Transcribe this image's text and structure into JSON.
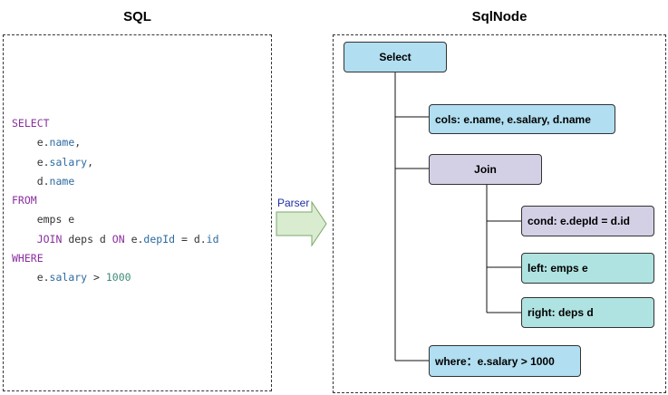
{
  "titles": {
    "sql": "SQL",
    "sqlnode": "SqlNode"
  },
  "code": {
    "line1_kw": "SELECT",
    "line2_prefix": "    e.",
    "line2_field": "name",
    "line2_suffix": ",",
    "line3_prefix": "    e.",
    "line3_field": "salary",
    "line3_suffix": ",",
    "line4_prefix": "    d.",
    "line4_field": "name",
    "line5_kw": "FROM",
    "line6": "    emps e",
    "line7_kw1": "    JOIN",
    "line7_mid": " deps d ",
    "line7_kw2": "ON",
    "line7_e": " e.",
    "line7_f1": "depId",
    "line7_eq": " = d.",
    "line7_f2": "id",
    "line8_kw": "WHERE",
    "line9_prefix": "    e.",
    "line9_field": "salary",
    "line9_op": " > ",
    "line9_num": "1000"
  },
  "parser_label": "Parser",
  "nodes": {
    "select": "Select",
    "cols": "cols: e.name, e.salary, d.name",
    "join": "Join",
    "cond": "cond:  e.depId = d.id",
    "left": "left:  emps e",
    "right": "right:  deps d",
    "where": "where：e.salary >  1000"
  },
  "colors": {
    "blue_node": "#b1def0",
    "purple_node": "#d3d0e6",
    "teal_node": "#afe3e1",
    "arrow_fill": "#d9ecd0",
    "keyword": "#8a2f9e",
    "field": "#2d6aa0",
    "number": "#3f8a7a"
  }
}
